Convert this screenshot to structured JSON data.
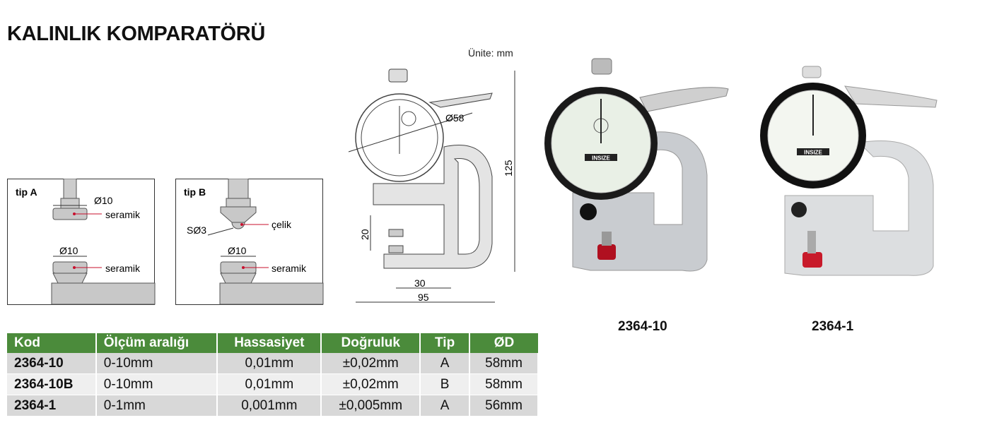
{
  "title": "KALINLIK KOMPARATÖRÜ",
  "unit_label": "Ünite: mm",
  "tip_a": {
    "label": "tip A",
    "dim_top": "Ø10",
    "material_top": "seramik",
    "dim_bottom": "Ø10",
    "material_bottom": "seramik"
  },
  "tip_b": {
    "label": "tip B",
    "sphere": "SØ3",
    "material_top": "çelik",
    "dim_bottom": "Ø10",
    "material_bottom": "seramik"
  },
  "drawing": {
    "dial_dia": "Ø58",
    "height": "125",
    "gap": "20",
    "throat": "30",
    "width": "95"
  },
  "products": [
    {
      "code": "2364-10",
      "brand": "INSIZE"
    },
    {
      "code": "2364-1",
      "brand": "INSIZE"
    }
  ],
  "table": {
    "headers": [
      "Kod",
      "Ölçüm aralığı",
      "Hassasiyet",
      "Doğruluk",
      "Tip",
      "ØD"
    ],
    "rows": [
      [
        "2364-10",
        "0-10mm",
        "0,01mm",
        "±0,02mm",
        "A",
        "58mm"
      ],
      [
        "2364-10B",
        "0-10mm",
        "0,01mm",
        "±0,02mm",
        "B",
        "58mm"
      ],
      [
        "2364-1",
        "0-1mm",
        "0,001mm",
        "±0,005mm",
        "A",
        "56mm"
      ]
    ]
  },
  "colors": {
    "header_green": "#4b8b3b",
    "row_dark": "#d8d8d8",
    "row_light": "#efefef",
    "pointer_red": "#c8102e"
  }
}
